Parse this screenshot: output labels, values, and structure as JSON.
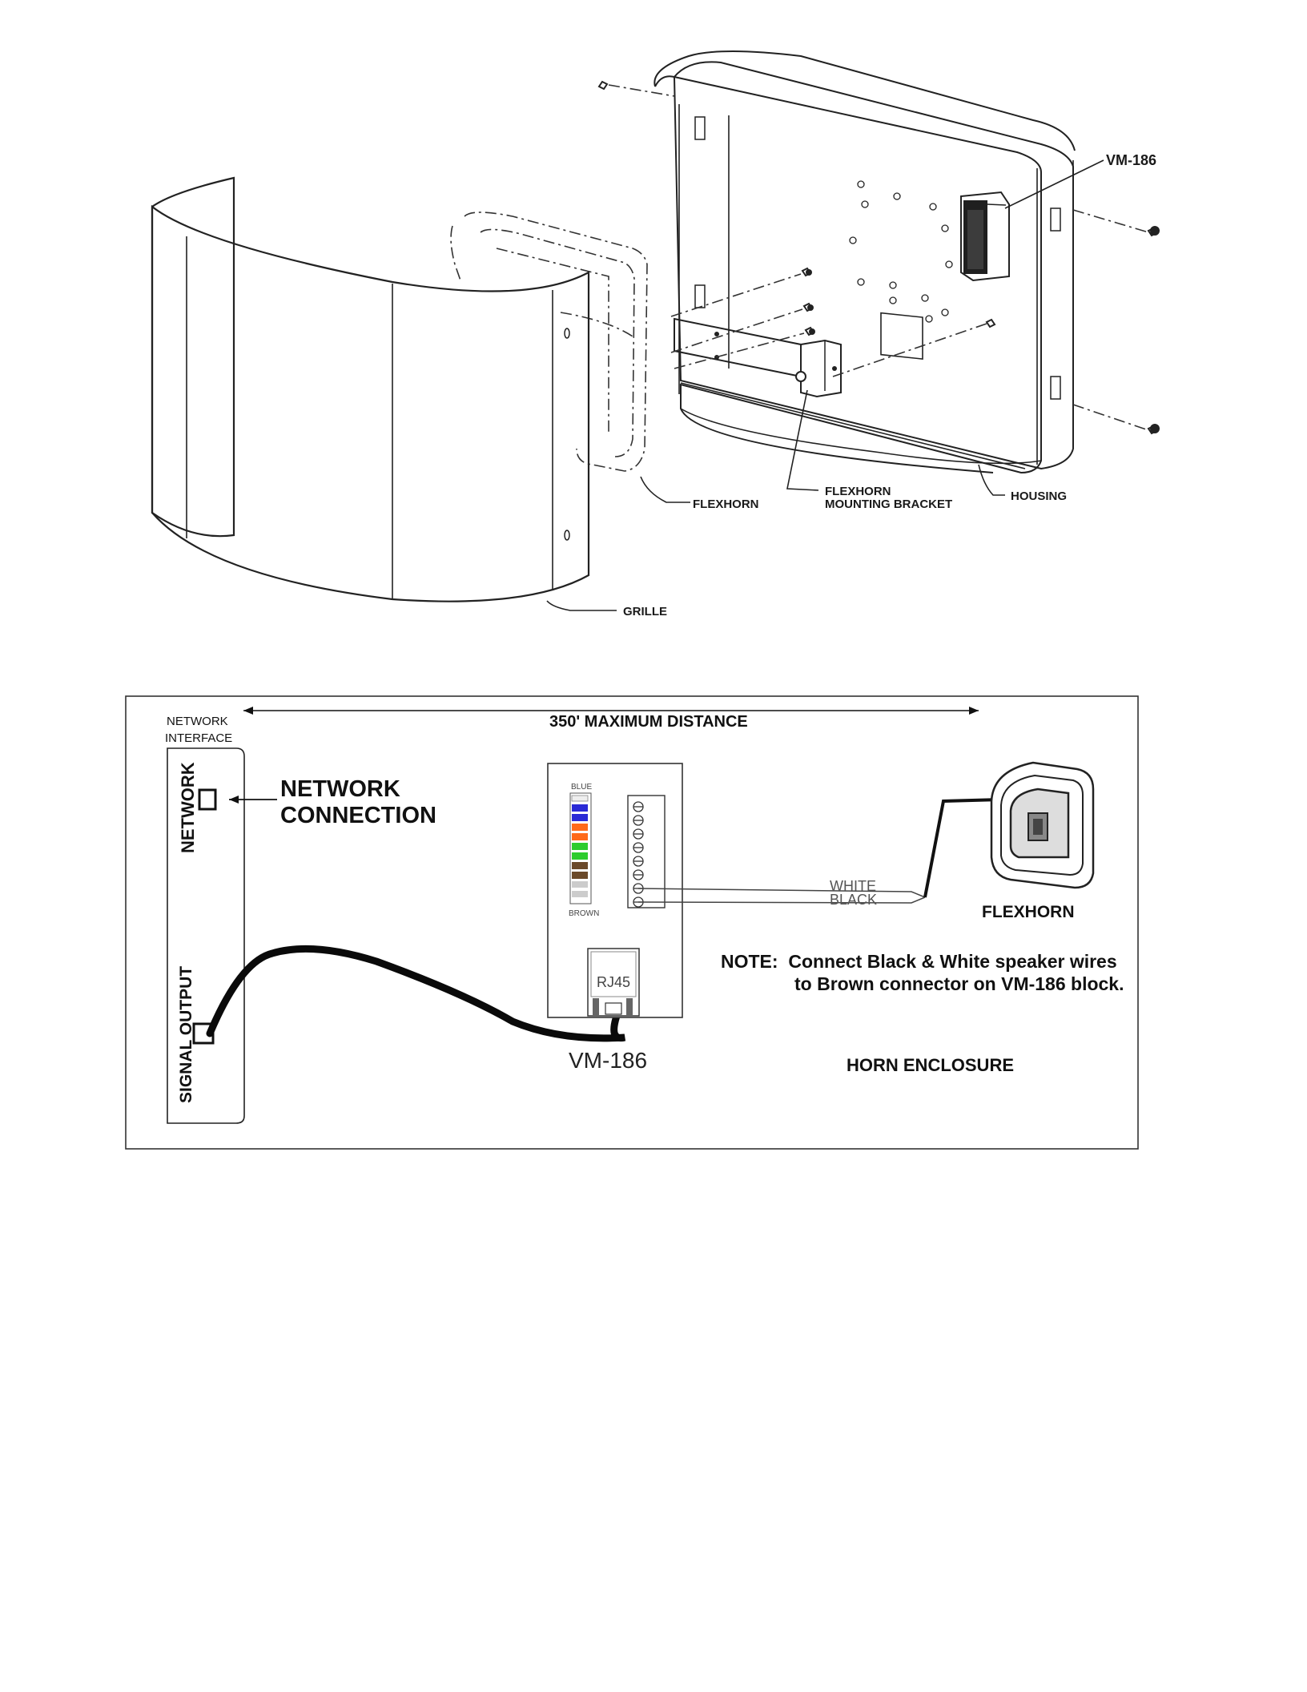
{
  "exploded_view": {
    "labels": {
      "vm186": "VM-186",
      "flexhorn": "FLEXHORN",
      "mounting_bracket_line1": "FLEXHORN",
      "mounting_bracket_line2": "MOUNTING BRACKET",
      "housing": "HOUSING",
      "grille": "GRILLE"
    }
  },
  "wiring_diagram": {
    "network_interface_line1": "NETWORK",
    "network_interface_line2": "INTERFACE",
    "max_distance": "350' MAXIMUM DISTANCE",
    "network_port_label": "NETWORK",
    "network_connection_line1": "NETWORK",
    "network_connection_line2": "CONNECTION",
    "signal_output_label": "SIGNAL OUTPUT",
    "terminal_top_label": "BLUE",
    "terminal_bottom_label": "BROWN",
    "rj45_label": "RJ45",
    "wire_white": "WHITE",
    "wire_black": "BLACK",
    "flexhorn_label": "FLEXHORN",
    "note_line1": "NOTE:  Connect Black & White speaker wires",
    "note_line2": "to Brown connector on VM-186 block.",
    "vm186_label": "VM-186",
    "horn_enclosure_label": "HORN ENCLOSURE",
    "wire_colors": {
      "blue": "#2a2ad6",
      "orange": "#ff6a1a",
      "green": "#2ecc2e",
      "brown": "#6b4a2a"
    }
  }
}
